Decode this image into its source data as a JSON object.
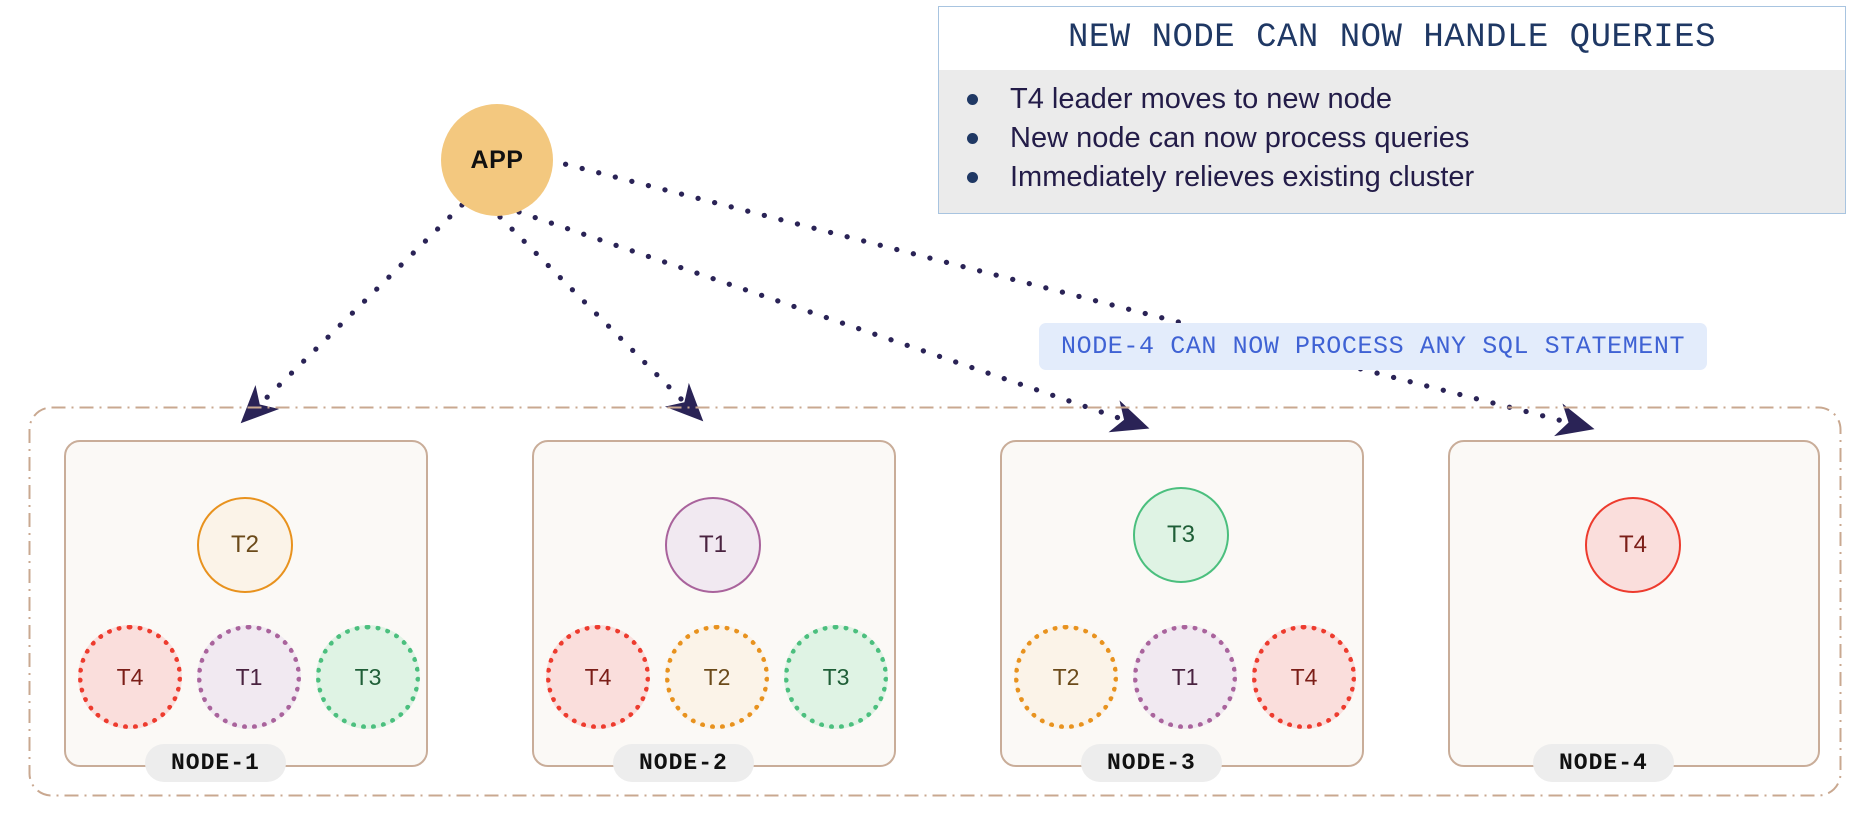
{
  "app": {
    "label": "APP",
    "fill": "#F3C87F",
    "text_color": "#111111"
  },
  "callout": {
    "title": "NEW NODE CAN NOW HANDLE QUERIES",
    "border_color": "#A8C4E0",
    "title_color": "#1F3864",
    "body_bg": "#EBEBEB",
    "items": [
      {
        "text": "T4 leader moves to new node"
      },
      {
        "text": "New node can now process queries"
      },
      {
        "text": "Immediately relieves existing cluster"
      }
    ]
  },
  "note": {
    "text": "NODE-4 CAN NOW PROCESS ANY SQL STATEMENT",
    "bg": "#E3ECFB",
    "color": "#3F62D4"
  },
  "cluster": {
    "boundary_color": "#C9A890",
    "box_fill": "#FBF9F6",
    "box_border": "#C9AD99"
  },
  "palette": {
    "T1": {
      "border": "#A9639C",
      "fill": "#F1E9F1",
      "text": "#4A2340"
    },
    "T2": {
      "border": "#E8921E",
      "fill": "#FBF3E8",
      "text": "#6B4A1A"
    },
    "T3": {
      "border": "#4BBF7E",
      "fill": "#DFF3E4",
      "text": "#1F5E37"
    },
    "T4": {
      "border": "#ED3B2E",
      "fill": "#FADEDC",
      "text": "#7B1E18"
    }
  },
  "nodes": [
    {
      "name": "NODE-1",
      "leader": "T2",
      "followers": [
        "T4",
        "T1",
        "T3"
      ]
    },
    {
      "name": "NODE-2",
      "leader": "T1",
      "followers": [
        "T4",
        "T2",
        "T3"
      ]
    },
    {
      "name": "NODE-3",
      "leader": "T3",
      "followers": [
        "T2",
        "T1",
        "T4"
      ]
    },
    {
      "name": "NODE-4",
      "leader": "T4",
      "followers": []
    }
  ],
  "edges": {
    "color": "#2A2356",
    "style": "dotted",
    "connections": [
      {
        "from": "APP",
        "to": "NODE-1"
      },
      {
        "from": "APP",
        "to": "NODE-2"
      },
      {
        "from": "APP",
        "to": "NODE-3"
      },
      {
        "from": "APP",
        "to": "NODE-4"
      }
    ]
  }
}
